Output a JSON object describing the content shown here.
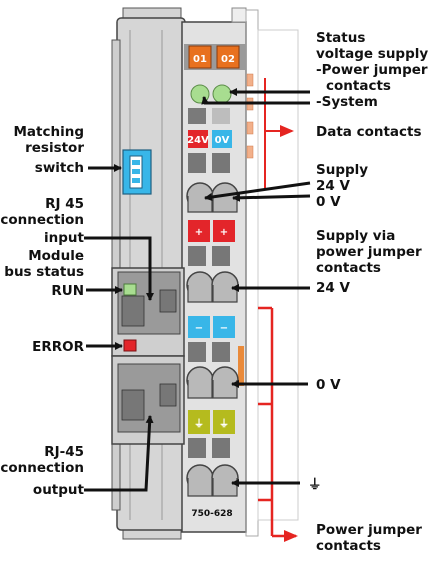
{
  "device": {
    "model": "750-628",
    "leds": [
      "01",
      "02"
    ],
    "voltage_tags": [
      "24V",
      "0V"
    ],
    "plus_tags": [
      "+",
      "+"
    ],
    "minus_tags": [
      "−",
      "−"
    ],
    "ground_symbol": "⏚"
  },
  "labels_right": {
    "status": [
      "Status",
      "voltage supply",
      "-Power jumper",
      "contacts",
      "-System"
    ],
    "data_contacts": "Data contacts",
    "supply": [
      "Supply",
      "24 V",
      "0 V"
    ],
    "supply_via": [
      "Supply via",
      "power jumper",
      "contacts",
      "24 V"
    ],
    "zero_v": "0 V",
    "ground": "⏚",
    "power_jumper": [
      "Power jumper",
      "contacts"
    ]
  },
  "labels_left": {
    "matching_resistor": [
      "Matching",
      "resistor",
      "switch"
    ],
    "rj45_input": [
      "RJ 45",
      "connection",
      "input"
    ],
    "module_bus_status": [
      "Module",
      "bus status",
      "RUN"
    ],
    "error": "ERROR",
    "rj45_output": [
      "RJ-45",
      "connection",
      "output"
    ]
  },
  "colors": {
    "orange_led": "#e8711f",
    "green_led": "#a8dd90",
    "red_tag": "#e3252a",
    "blue_tag": "#38b6e8",
    "ground_tag": "#b5bb1e",
    "arrow_red": "#e52521",
    "body_gray": "#d9d9d9"
  }
}
